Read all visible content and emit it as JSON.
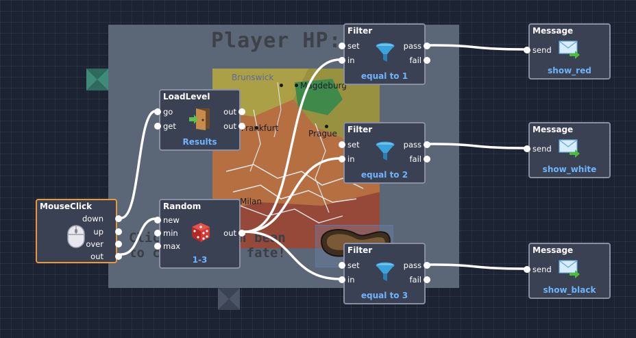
{
  "scene": {
    "hud_text": "Player HP: 5",
    "instruction_line1": "Click the brown bean",
    "instruction_line2": "to choose your fate!",
    "map_labels": [
      "Brunswick",
      "Magdeburg",
      "Frankfurt",
      "Prague",
      "Milan"
    ]
  },
  "nodes": {
    "mouseclick": {
      "title": "MouseClick",
      "icon": "mouse-icon",
      "outputs": [
        "down",
        "up",
        "over",
        "out"
      ]
    },
    "loadlevel": {
      "title": "LoadLevel",
      "icon": "door-icon",
      "inputs": [
        "go",
        "get"
      ],
      "outputs": [
        "out",
        "out"
      ],
      "caption": "Results"
    },
    "random": {
      "title": "Random",
      "icon": "dice-icon",
      "inputs": [
        "new",
        "min",
        "max"
      ],
      "outputs": [
        "out"
      ],
      "caption": "1-3"
    },
    "filter1": {
      "title": "Filter",
      "icon": "funnel-icon",
      "inputs": [
        "set",
        "in"
      ],
      "outputs": [
        "pass",
        "fail"
      ],
      "caption": "equal to 1"
    },
    "filter2": {
      "title": "Filter",
      "icon": "funnel-icon",
      "inputs": [
        "set",
        "in"
      ],
      "outputs": [
        "pass",
        "fail"
      ],
      "caption": "equal to 2"
    },
    "filter3": {
      "title": "Filter",
      "icon": "funnel-icon",
      "inputs": [
        "set",
        "in"
      ],
      "outputs": [
        "pass",
        "fail"
      ],
      "caption": "equal to 3"
    },
    "message1": {
      "title": "Message",
      "icon": "envelope-icon",
      "inputs": [
        "send"
      ],
      "caption": "show_red"
    },
    "message2": {
      "title": "Message",
      "icon": "envelope-icon",
      "inputs": [
        "send"
      ],
      "caption": "show_white"
    },
    "message3": {
      "title": "Message",
      "icon": "envelope-icon",
      "inputs": [
        "send"
      ],
      "caption": "show_black"
    }
  },
  "colors": {
    "canvas_bg": "#1c2433",
    "node_bg": "#3a4152",
    "node_border": "#8a90a2",
    "selected_border": "#e89a3c",
    "caption_blue": "#6fb4ff",
    "wire": "#ffffff"
  }
}
